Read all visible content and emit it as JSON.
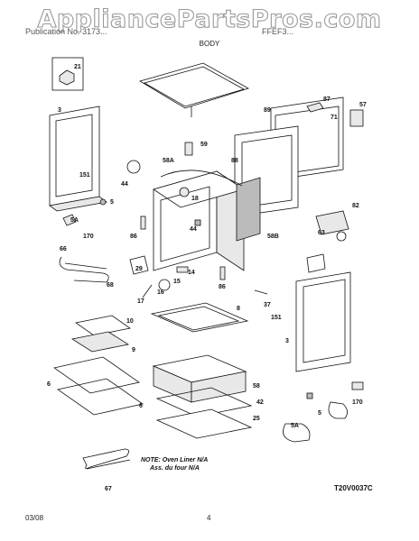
{
  "header": {
    "watermark": "AppliancePartsPros.com",
    "publication": "Publication No. 3173...",
    "model": "FFEF3...",
    "section": "BODY"
  },
  "diagram": {
    "labels": [
      "21",
      "3",
      "151",
      "5",
      "5A",
      "170",
      "66",
      "68",
      "59",
      "58A",
      "44",
      "18",
      "88",
      "89",
      "87",
      "71",
      "57",
      "82",
      "63",
      "58B",
      "86",
      "44",
      "14",
      "29",
      "15",
      "17",
      "16",
      "86",
      "37",
      "151",
      "10",
      "9",
      "8",
      "3",
      "6",
      "6",
      "58",
      "42",
      "25",
      "5",
      "5A",
      "170",
      "67"
    ],
    "note_line1": "NOTE: Oven Liner N/A",
    "note_line2": "Ass. du four N/A",
    "drawing_code": "T20V0037C"
  },
  "footer": {
    "date": "03/08",
    "page": "4"
  }
}
